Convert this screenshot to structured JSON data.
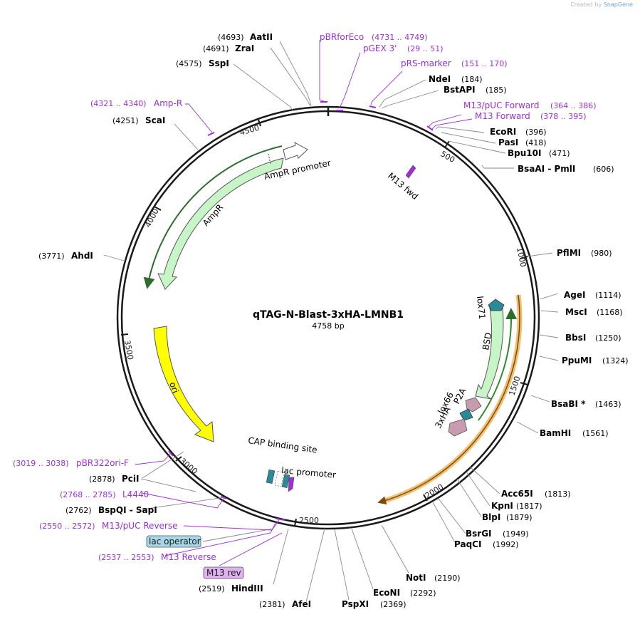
{
  "credit": {
    "prefix": "Created by",
    "brand": "SnapGene"
  },
  "plasmid": {
    "name": "qTAG-N-Blast-3xHA-LMNB1",
    "length_label": "4758 bp",
    "length": 4758
  },
  "tick_labels": [
    "500",
    "1000",
    "1500",
    "2000",
    "2500",
    "3000",
    "3500",
    "4000",
    "4500"
  ],
  "sites": [
    {
      "name": "AatII",
      "pos": "(4693)"
    },
    {
      "name": "ZraI",
      "pos": "(4691)"
    },
    {
      "name": "SspI",
      "pos": "(4575)"
    },
    {
      "name": "ScaI",
      "pos": "(4251)"
    },
    {
      "name": "AhdI",
      "pos": "(3771)"
    },
    {
      "name": "NdeI",
      "pos": "(184)"
    },
    {
      "name": "BstAPI",
      "pos": "(185)"
    },
    {
      "name": "EcoRI",
      "pos": "(396)"
    },
    {
      "name": "PasI",
      "pos": "(418)"
    },
    {
      "name": "Bpu10I",
      "pos": "(471)"
    },
    {
      "name": "BsaAI - PmlI",
      "pos": "(606)"
    },
    {
      "name": "PflMI",
      "pos": "(980)"
    },
    {
      "name": "AgeI",
      "pos": "(1114)"
    },
    {
      "name": "MscI",
      "pos": "(1168)"
    },
    {
      "name": "BbsI",
      "pos": "(1250)"
    },
    {
      "name": "PpuMI",
      "pos": "(1324)"
    },
    {
      "name": "BsaBI *",
      "pos": "(1463)"
    },
    {
      "name": "BamHI",
      "pos": "(1561)"
    },
    {
      "name": "Acc65I",
      "pos": "(1813)"
    },
    {
      "name": "KpnI",
      "pos": "(1817)"
    },
    {
      "name": "BlpI",
      "pos": "(1879)"
    },
    {
      "name": "BsrGI",
      "pos": "(1949)"
    },
    {
      "name": "PaqCI",
      "pos": "(1992)"
    },
    {
      "name": "NotI",
      "pos": "(2190)"
    },
    {
      "name": "EcoNI",
      "pos": "(2292)"
    },
    {
      "name": "PspXI",
      "pos": "(2369)"
    },
    {
      "name": "AfeI",
      "pos": "(2381)"
    },
    {
      "name": "HindIII",
      "pos": "(2519)"
    },
    {
      "name": "PciI",
      "pos": "(2878)"
    },
    {
      "name": "BspQI - SapI",
      "pos": "(2762)"
    }
  ],
  "primers": [
    {
      "name": "pBRforEco",
      "range": "(4731 .. 4749)"
    },
    {
      "name": "pGEX 3'",
      "range": "(29 .. 51)"
    },
    {
      "name": "pRS-marker",
      "range": "(151 .. 170)"
    },
    {
      "name": "M13/pUC Forward",
      "range": "(364 .. 386)"
    },
    {
      "name": "M13 Forward",
      "range": "(378 .. 395)"
    },
    {
      "name": "Amp-R",
      "range": "(4321 .. 4340)"
    },
    {
      "name": "pBR322ori-F",
      "range": "(3019 .. 3038)"
    },
    {
      "name": "L4440",
      "range": "(2768 .. 2785)"
    },
    {
      "name": "M13/pUC Reverse",
      "range": "(2550 .. 2572)"
    },
    {
      "name": "M13 Reverse",
      "range": "(2537 .. 2553)"
    }
  ],
  "boxed_labels": {
    "lac_operator": "lac operator",
    "m13_rev": "M13 rev"
  },
  "features": {
    "ampr_promoter": "AmpR promoter",
    "ampr": "AmpR",
    "ori": "ori",
    "m13_fwd": "M13 fwd",
    "lox71": "lox71",
    "bsd": "BSD",
    "p2a": "P2A",
    "lox66": "lox66",
    "x3ha": "3xHA",
    "cap_site": "CAP binding site",
    "lac_promoter": "lac promoter"
  },
  "colors": {
    "backbone": "#1a1a1a",
    "primer": "#9b30d9",
    "feature_green": "#c8f5c8",
    "ori_yellow": "#ffff00",
    "orange_arc": "#f0a030",
    "dark_green_arc": "#2e8b2e",
    "lox_teal": "#2a8a9a",
    "p2a_pink": "#c89bb0",
    "lac_operator_box": "#a8d8e8",
    "m13_rev_box": "#e0b0f0"
  }
}
